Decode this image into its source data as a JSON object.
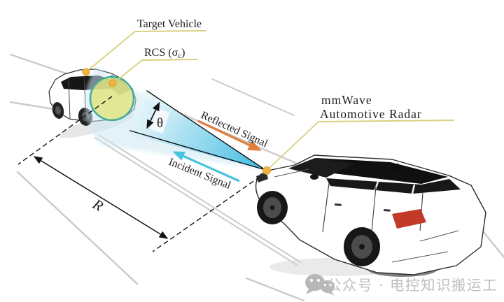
{
  "labels": {
    "target_vehicle": "Target Vehicle",
    "rcs_prefix": "RCS (σ",
    "rcs_subscript": "c",
    "rcs_suffix": ")",
    "radar_line1": "mmWave",
    "radar_line2": "Automotive Radar",
    "reflected_signal": "Reflected Signal",
    "incident_signal": "Incident Signal",
    "theta_symbol": "θ",
    "range_symbol": "R"
  },
  "watermark": {
    "icon": "wechat-icon",
    "text": "公众号 · 电控知识搬运工"
  },
  "colors": {
    "beam_strong": "#38bae2",
    "beam_pale": "#e3f4fa",
    "rcs_circle_fill": "#e0e47e",
    "rcs_circle_border": "#3fae9b",
    "callout_line": "#d9d080",
    "marker_dot": "#f0b43c",
    "reflected_arrow": "#e07f3e",
    "incident_arrow": "#48c3dd",
    "road_line": "#cbcbcb",
    "tail_light": "#c23a28",
    "label_text": "#1d1d1d",
    "watermark_gray": "#bcbcbc"
  }
}
